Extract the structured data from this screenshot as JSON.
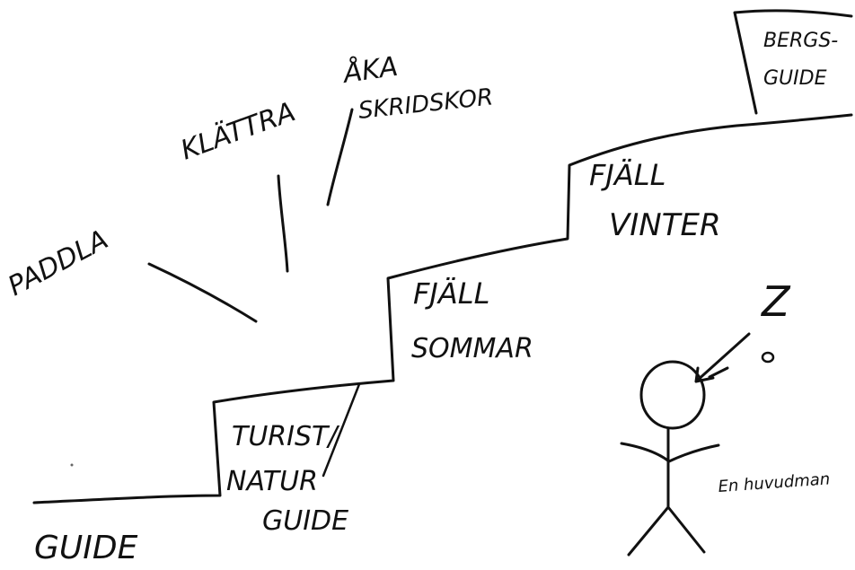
{
  "labels": {
    "guide": "GUIDE",
    "turist_line1": "TURIST/",
    "turist_line2": "NATUR",
    "turist_line3": "GUIDE",
    "fjall_sommar_line1": "FJÄLL",
    "fjall_sommar_line2": "SOMMAR",
    "fjall_vinter_line1": "FJÄLL",
    "fjall_vinter_line2": "VINTER",
    "bergs_line1": "BERGS-",
    "bergs_line2": "GUIDE",
    "paddla": "PADDLA",
    "klattra": "KLÄTTRA",
    "aka_line1": "ÅKA",
    "aka_line2": "SKRIDSKOR",
    "z_mark": "Z",
    "hovedmann": "En huvudman"
  },
  "colors": {
    "ink": "#111111",
    "paper": "#ffffff"
  }
}
